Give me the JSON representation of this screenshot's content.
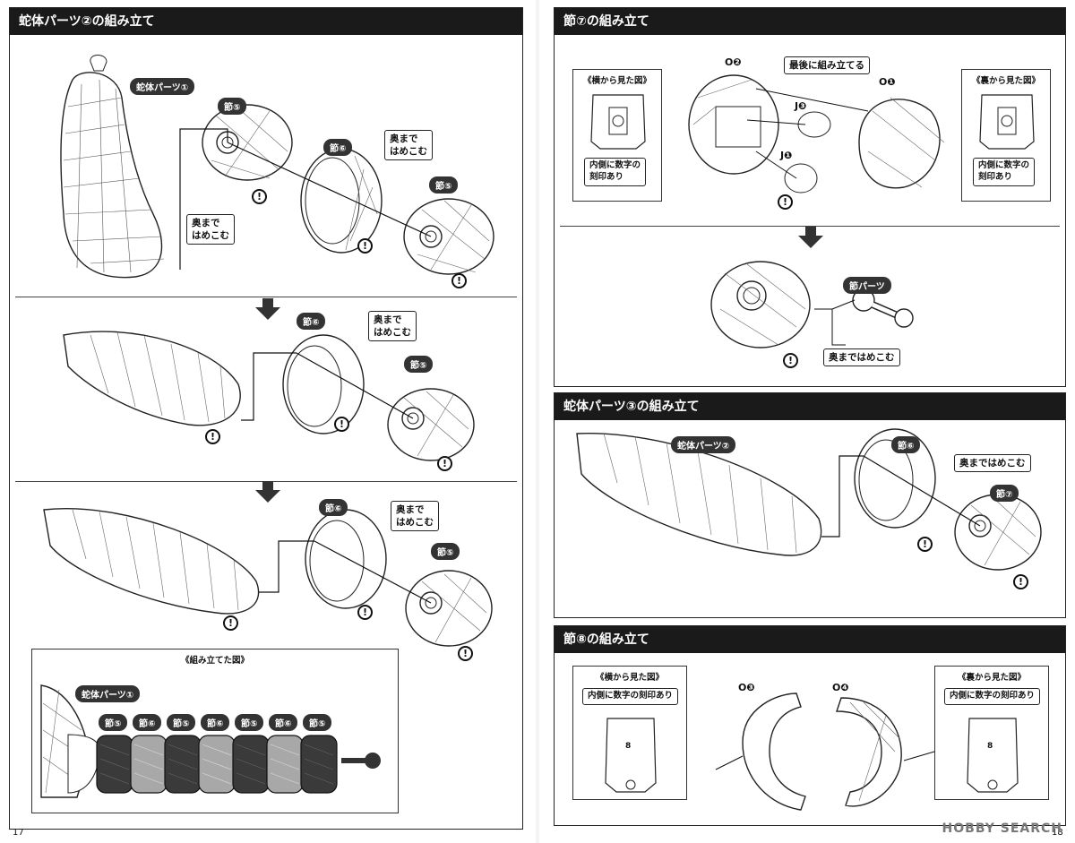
{
  "left_page": {
    "header": "蛇体パーツ②の組み立て",
    "page_number": "17",
    "step1": {
      "body_tag": "蛇体パーツ①",
      "seg5_a": "節⑤",
      "seg6": "節⑥",
      "seg5_b": "節⑤",
      "call_a": "奥まで\nはめこむ",
      "call_b": "奥まで\nはめこむ"
    },
    "step2": {
      "seg6": "節⑥",
      "seg5": "節⑤",
      "call": "奥まで\nはめこむ"
    },
    "step3": {
      "seg6": "節⑥",
      "seg5": "節⑤",
      "call": "奥まで\nはめこむ"
    },
    "assembled": {
      "title": "《組み立てた図》",
      "body_tag": "蛇体パーツ①",
      "segments": [
        "節⑤",
        "節⑥",
        "節⑤",
        "節⑥",
        "節⑤",
        "節⑥",
        "節⑤"
      ]
    }
  },
  "right_page": {
    "page_number": "18",
    "sec7": {
      "header": "節⑦の組み立て",
      "side_title": "《横から見た図》",
      "side_note": "内側に数字の\n刻印あり",
      "back_title": "《裏から見た図》",
      "back_note": "内側に数字の\n刻印あり",
      "o2": "O❷",
      "o1": "O❶",
      "j3": "J❸",
      "j1": "J❶",
      "last_call": "最後に組み立てる",
      "joint_tag": "節パーツ",
      "joint_call": "奥まではめこむ"
    },
    "sec3": {
      "header": "蛇体パーツ③の組み立て",
      "body_tag": "蛇体パーツ②",
      "seg6": "節⑥",
      "seg7": "節⑦",
      "call": "奥まではめこむ"
    },
    "sec8": {
      "header": "節⑧の組み立て",
      "side_title": "《横から見た図》",
      "side_note": "内側に数字の刻印あり",
      "back_title": "《裏から見た図》",
      "back_note": "内側に数字の刻印あり",
      "o3": "O❸",
      "o4": "O❹",
      "mark_side": "8",
      "mark_back": "8"
    }
  },
  "warning_symbol": "!",
  "watermark": "HOBBY SEARCH",
  "colors": {
    "header_bg": "#1a1a1a",
    "dark_segment": "#3a3a3a",
    "light_segment": "#a8a8a8",
    "tag_bg": "#333333"
  }
}
